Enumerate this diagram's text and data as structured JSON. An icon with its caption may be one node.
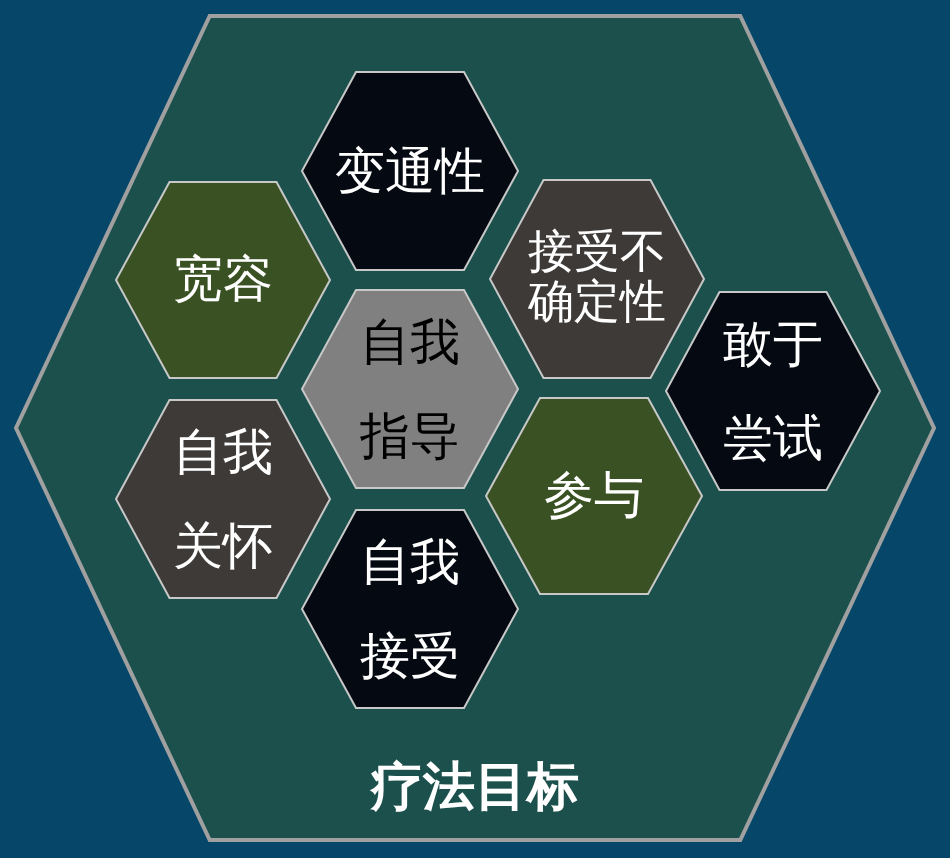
{
  "diagram": {
    "nodes": [
      {
        "text": [
          "疗法目标"
        ]
      },
      {
        "text": [
          "变通性"
        ],
        "in": 0
      },
      {
        "text": [
          "宽容"
        ],
        "in": 0
      },
      {
        "text": [
          "接受不确定性"
        ],
        "in": 0
      },
      {
        "text": [
          "自我指导"
        ],
        "in": 0
      },
      {
        "text": [
          "敢于尝试"
        ],
        "in": 0
      },
      {
        "text": [
          "自我关怀"
        ],
        "in": 0
      },
      {
        "text": [
          "参与"
        ],
        "in": 0
      },
      {
        "text": [
          "自我接受"
        ],
        "in": 0
      }
    ]
  }
}
